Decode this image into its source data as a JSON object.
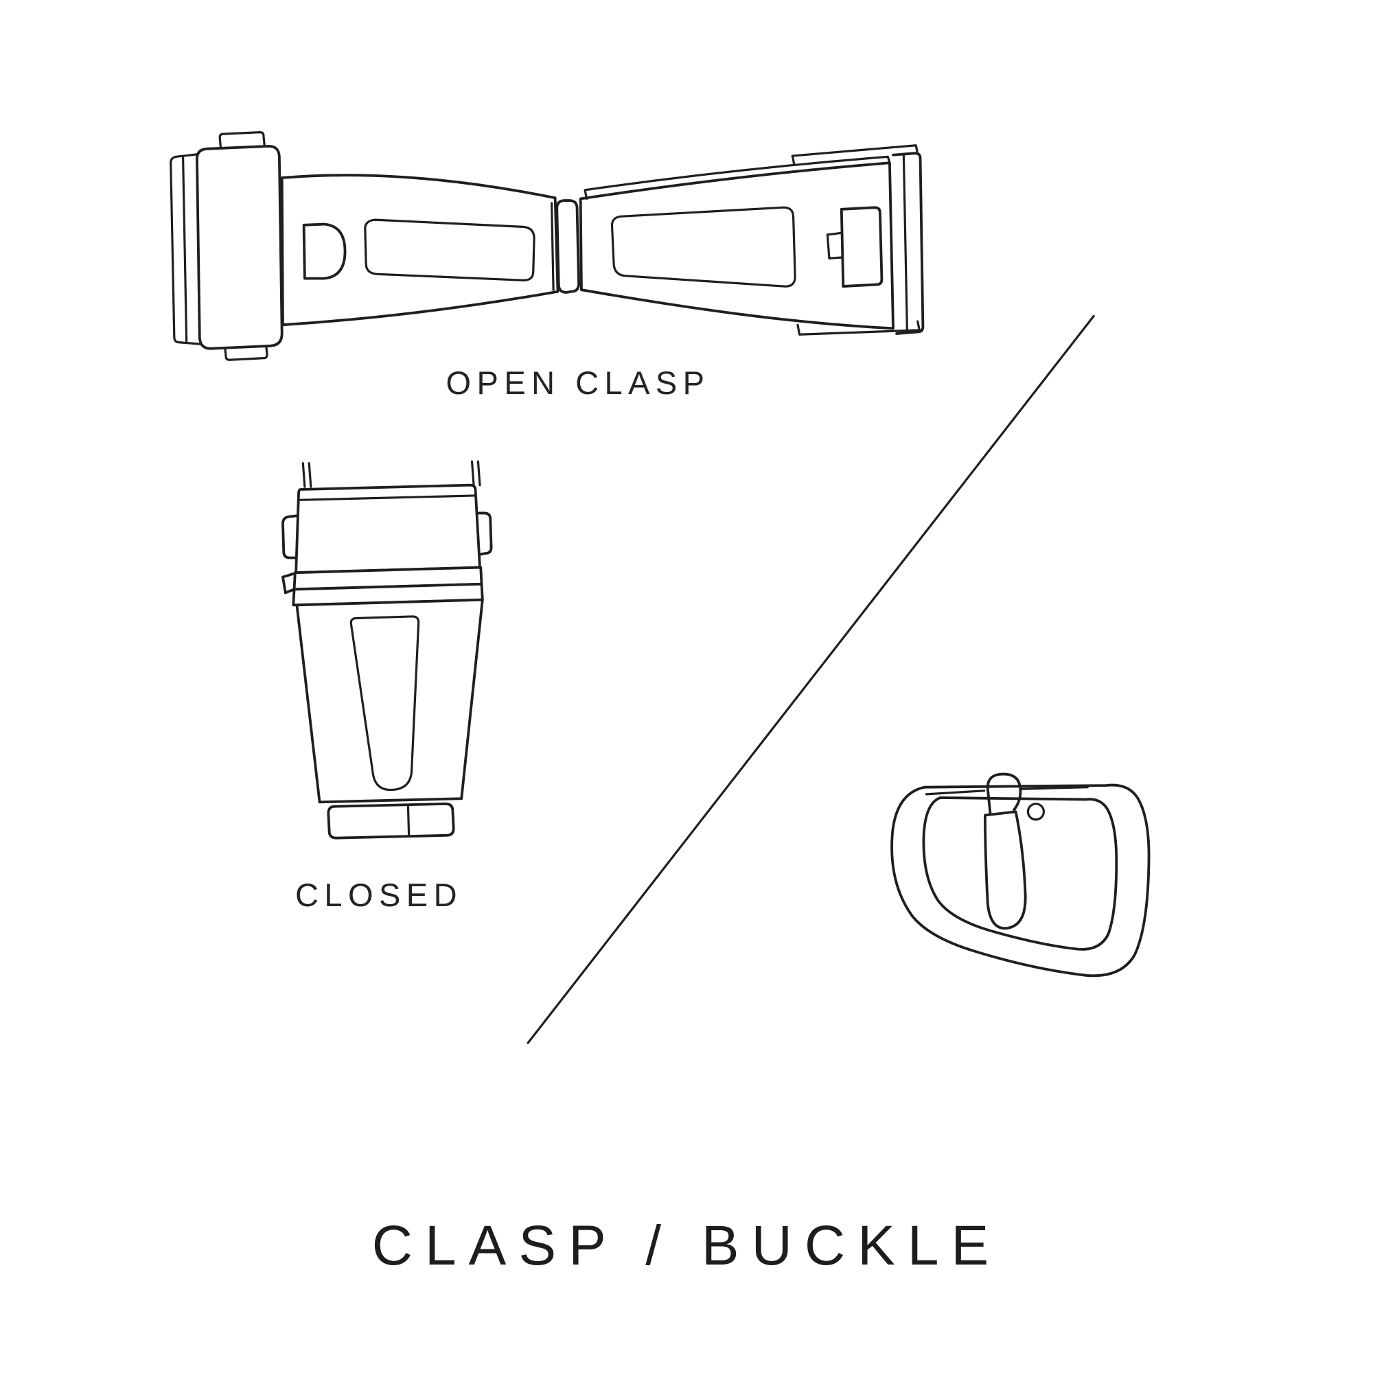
{
  "canvas": {
    "background": "#ffffff",
    "ink": "#1f1f1f"
  },
  "figure": {
    "open_clasp_label": "OPEN CLASP",
    "closed_label": "CLOSED",
    "title": "CLASP / BUCKLE"
  }
}
